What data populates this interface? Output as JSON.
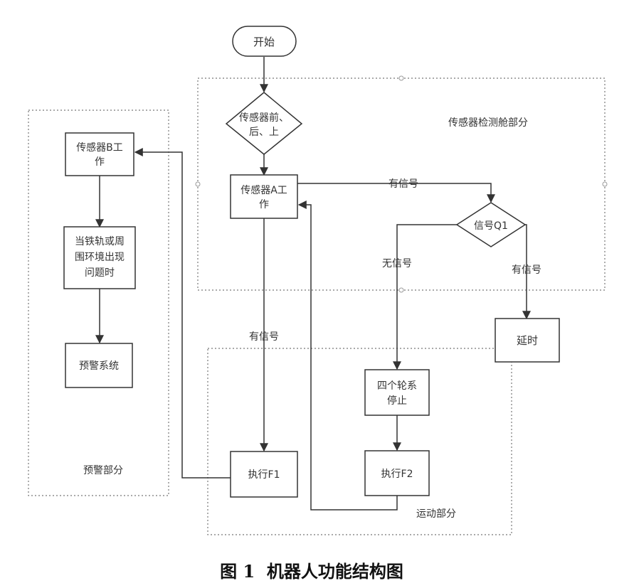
{
  "nodes": {
    "start": "开始",
    "decision1_line1": "传感器前、",
    "decision1_line2": "后、上",
    "sensorA_line1": "传感器A工",
    "sensorA_line2": "作",
    "signalQ1": "信号Q1",
    "delay": "延时",
    "sensorB_line1": "传感器B工",
    "sensorB_line2": "作",
    "problem_line1": "当铁轨或周",
    "problem_line2": "围环境出现",
    "problem_line3": "问题时",
    "warning": "预警系统",
    "fourWheels_line1": "四个轮系",
    "fourWheels_line2": "停止",
    "execF1": "执行F1",
    "execF2": "执行F2"
  },
  "edge_labels": {
    "a_to_q1": "有信号",
    "q1_no": "无信号",
    "q1_yes": "有信号",
    "a_down": "有信号"
  },
  "regions": {
    "sensor_cabin": "传感器检测舱部分",
    "warning_part": "预警部分",
    "motion_part": "运动部分"
  },
  "caption": "图 1  机器人功能结构图",
  "colors": {
    "stroke": "#333333",
    "dotted": "#777777",
    "background": "#ffffff"
  }
}
